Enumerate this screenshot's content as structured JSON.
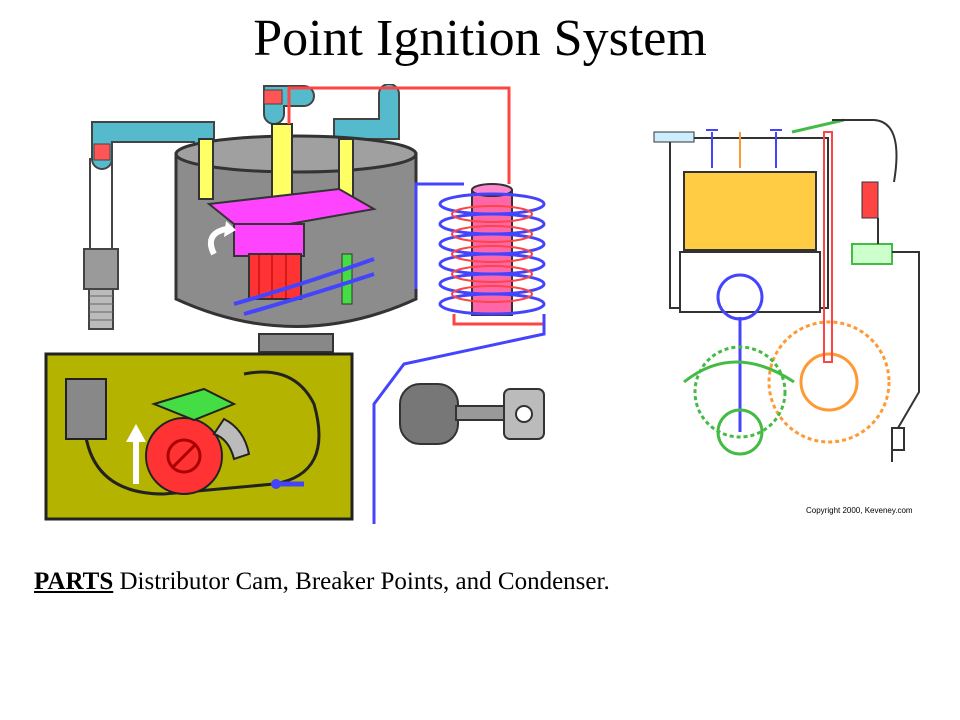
{
  "title": "Point Ignition System",
  "copyright": "Copyright 2000, Keveney.com",
  "caption": {
    "lead": "PARTS",
    "text": " Distributor Cam, Breaker Points, and Condenser."
  },
  "colors": {
    "distributor_body": "#8c8c8c",
    "rotor": "#ff44ff",
    "coil_primary": "#4444ff",
    "coil_secondary": "#ff4444",
    "cap_wire": "#55bbcc",
    "breaker_panel": "#b4b400",
    "points_arm": "#44dd44",
    "cam": "#ff3333",
    "fuel_mixture": "#ffcc44"
  }
}
